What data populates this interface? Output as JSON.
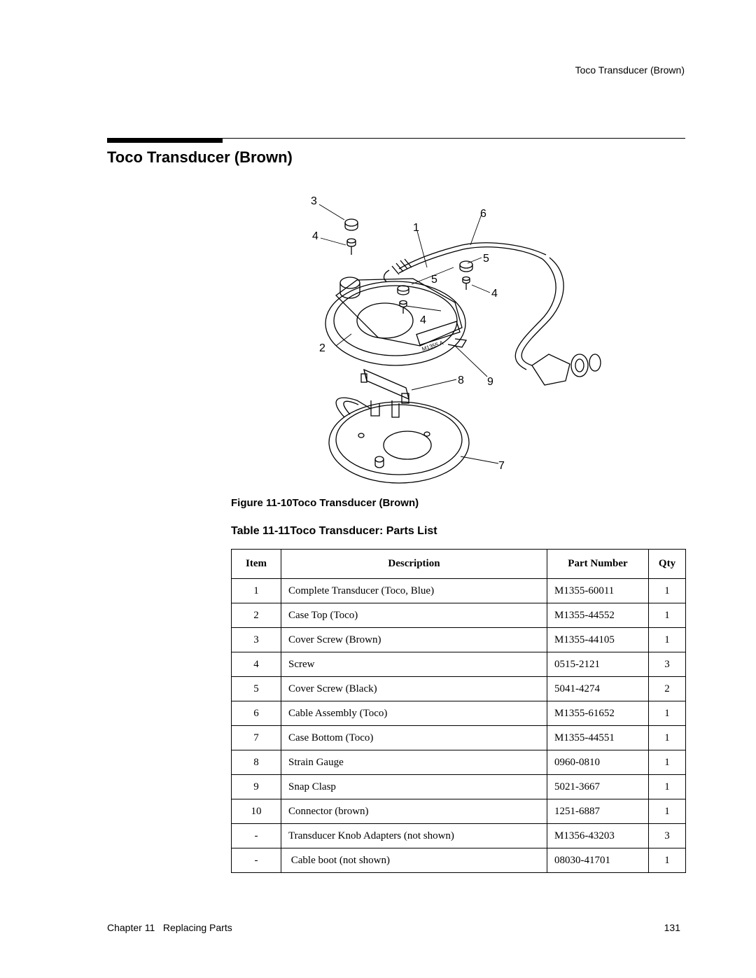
{
  "running_header": "Toco Transducer (Brown)",
  "section_title": "Toco Transducer (Brown)",
  "figure": {
    "caption": "Figure 11-10Toco Transducer (Brown)",
    "callouts": [
      "3",
      "4",
      "1",
      "6",
      "5",
      "5",
      "4",
      "4",
      "2",
      "8",
      "9",
      "7"
    ],
    "stamp_text": "M1355 A"
  },
  "table": {
    "caption": "Table 11-11Toco Transducer: Parts List",
    "headers": [
      "Item",
      "Description",
      "Part Number",
      "Qty"
    ],
    "rows": [
      [
        "1",
        "Complete Transducer (Toco, Blue)",
        "M1355-60011",
        "1"
      ],
      [
        "2",
        "Case Top (Toco)",
        "M1355-44552",
        "1"
      ],
      [
        "3",
        "Cover Screw (Brown)",
        "M1355-44105",
        "1"
      ],
      [
        "4",
        "Screw",
        "0515-2121",
        "3"
      ],
      [
        "5",
        "Cover Screw (Black)",
        "5041-4274",
        "2"
      ],
      [
        "6",
        "Cable Assembly (Toco)",
        "M1355-61652",
        "1"
      ],
      [
        "7",
        "Case Bottom (Toco)",
        "M1355-44551",
        "1"
      ],
      [
        "8",
        "Strain Gauge",
        "0960-0810",
        "1"
      ],
      [
        "9",
        "Snap Clasp",
        "5021-3667",
        "1"
      ],
      [
        "10",
        "Connector (brown)",
        "1251-6887",
        "1"
      ],
      [
        "-",
        "Transducer Knob Adapters (not shown)",
        "M1356-43203",
        "3"
      ],
      [
        "-",
        " Cable boot (not shown)",
        "08030-41701",
        "1"
      ]
    ]
  },
  "footer": {
    "chapter": "Chapter 11   Replacing Parts",
    "page_number": "131"
  }
}
